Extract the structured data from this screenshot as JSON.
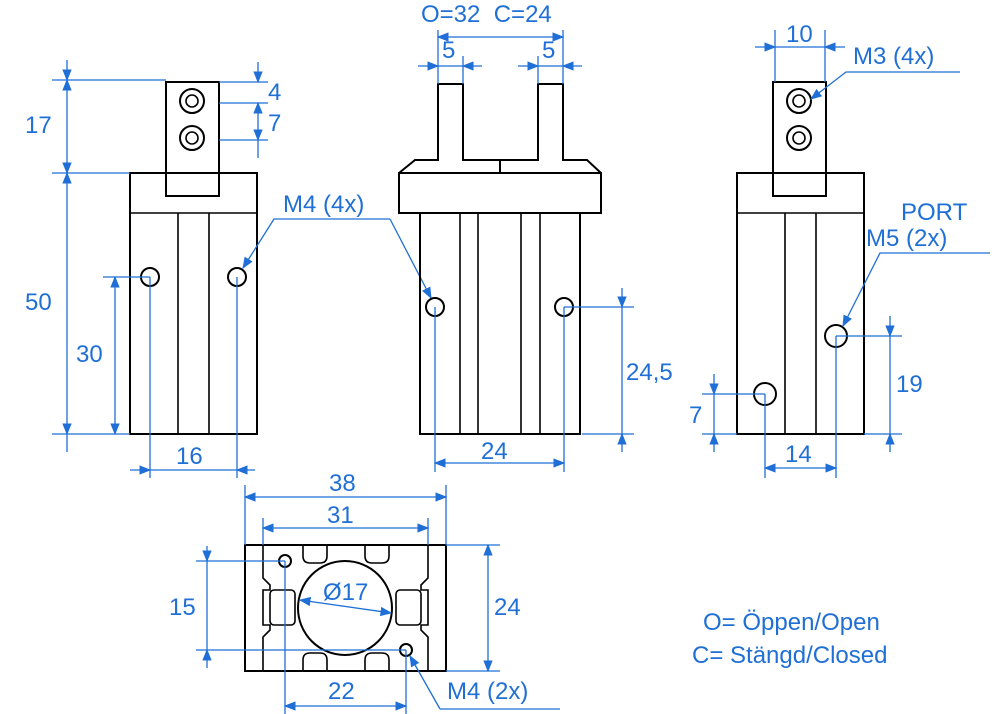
{
  "colors": {
    "dimension": "#1f6fd6",
    "outline": "#000000",
    "background": "#ffffff"
  },
  "left_view": {
    "dim_17": "17",
    "dim_50": "50",
    "dim_30": "30",
    "dim_16": "16",
    "dim_4": "4",
    "dim_7": "7",
    "label_m4": "M4 (4x)"
  },
  "middle_view": {
    "stroke_label": "O=32  C=24",
    "dim_5_left": "5",
    "dim_5_right": "5",
    "dim_24": "24",
    "dim_24_5": "24,5"
  },
  "right_view": {
    "dim_10": "10",
    "label_m3": "M3 (4x)",
    "port_label": "PORT",
    "port_thread": "M5 (2x)",
    "dim_19": "19",
    "dim_7": "7",
    "dim_14": "14"
  },
  "bottom_view": {
    "dim_38": "38",
    "dim_31": "31",
    "dim_diam": "Ø17",
    "dim_15": "15",
    "dim_24": "24",
    "dim_22": "22",
    "label_m4": "M4 (2x)"
  },
  "legend": {
    "open": "O= Öppen/Open",
    "closed": "C= Stängd/Closed"
  }
}
